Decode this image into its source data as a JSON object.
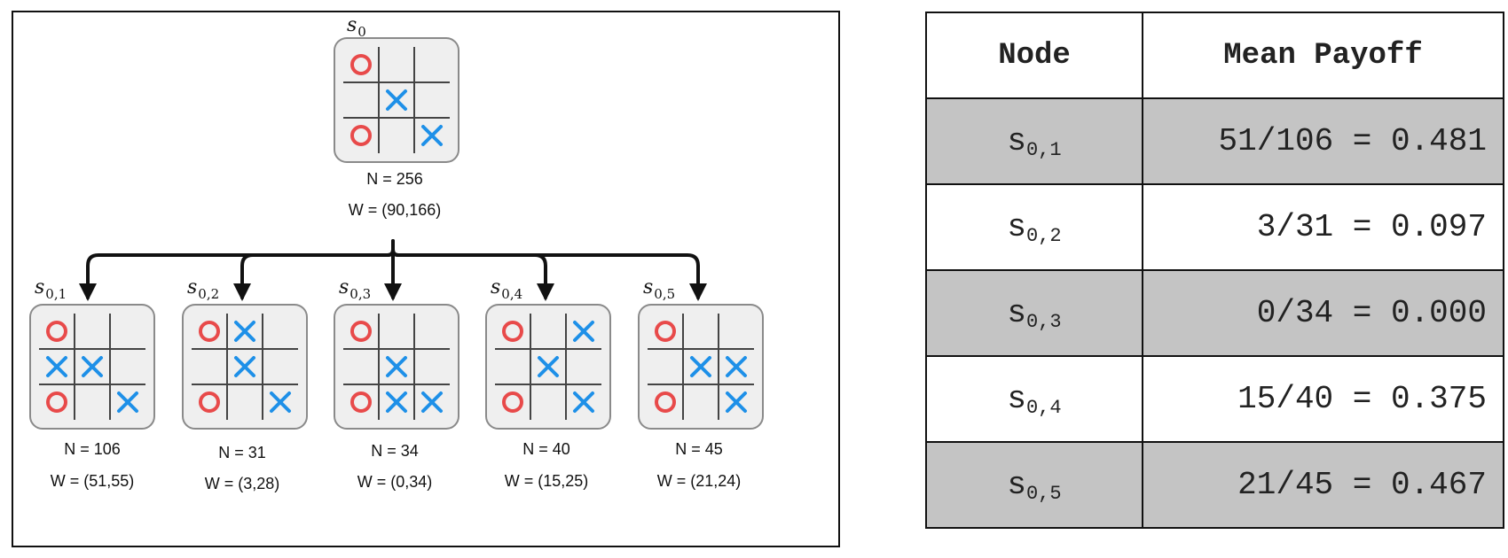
{
  "root": {
    "label_main": "s",
    "label_sub": "0",
    "board": [
      "O",
      "",
      "",
      "",
      "X",
      "",
      "O",
      "",
      "X"
    ],
    "n_text": "N = 256",
    "w_text": "W = (90,166)"
  },
  "children": [
    {
      "label_main": "s",
      "label_sub": "0,1",
      "board": [
        "O",
        "",
        "",
        "X",
        "X",
        "",
        "O",
        "",
        "X"
      ],
      "n_text": "N = 106",
      "w_text": "W = (51,55)"
    },
    {
      "label_main": "s",
      "label_sub": "0,2",
      "board": [
        "O",
        "X",
        "",
        "",
        "X",
        "",
        "O",
        "",
        "X"
      ],
      "n_text": "N = 31",
      "w_text": "W = (3,28)"
    },
    {
      "label_main": "s",
      "label_sub": "0,3",
      "board": [
        "O",
        "",
        "",
        "",
        "X",
        "",
        "O",
        "X",
        "X"
      ],
      "n_text": "N = 34",
      "w_text": "W = (0,34)"
    },
    {
      "label_main": "s",
      "label_sub": "0,4",
      "board": [
        "O",
        "",
        "X",
        "",
        "X",
        "",
        "O",
        "",
        "X"
      ],
      "n_text": "N = 40",
      "w_text": "W = (15,25)"
    },
    {
      "label_main": "s",
      "label_sub": "0,5",
      "board": [
        "O",
        "",
        "",
        "",
        "X",
        "X",
        "O",
        "",
        "X"
      ],
      "n_text": "N = 45",
      "w_text": "W = (21,24)"
    }
  ],
  "colors": {
    "o_mark": "#e84a4a",
    "x_mark": "#1e90e8",
    "shaded_row": "#c4c4c4"
  },
  "table": {
    "header_node": "Node",
    "header_payoff": "Mean Payoff",
    "rows": [
      {
        "node_main": "s",
        "node_sub": "0,1",
        "payoff": "51/106 = 0.481"
      },
      {
        "node_main": "s",
        "node_sub": "0,2",
        "payoff": "3/31 = 0.097"
      },
      {
        "node_main": "s",
        "node_sub": "0,3",
        "payoff": "0/34 = 0.000"
      },
      {
        "node_main": "s",
        "node_sub": "0,4",
        "payoff": "15/40 = 0.375"
      },
      {
        "node_main": "s",
        "node_sub": "0,5",
        "payoff": "21/45 = 0.467"
      }
    ]
  }
}
